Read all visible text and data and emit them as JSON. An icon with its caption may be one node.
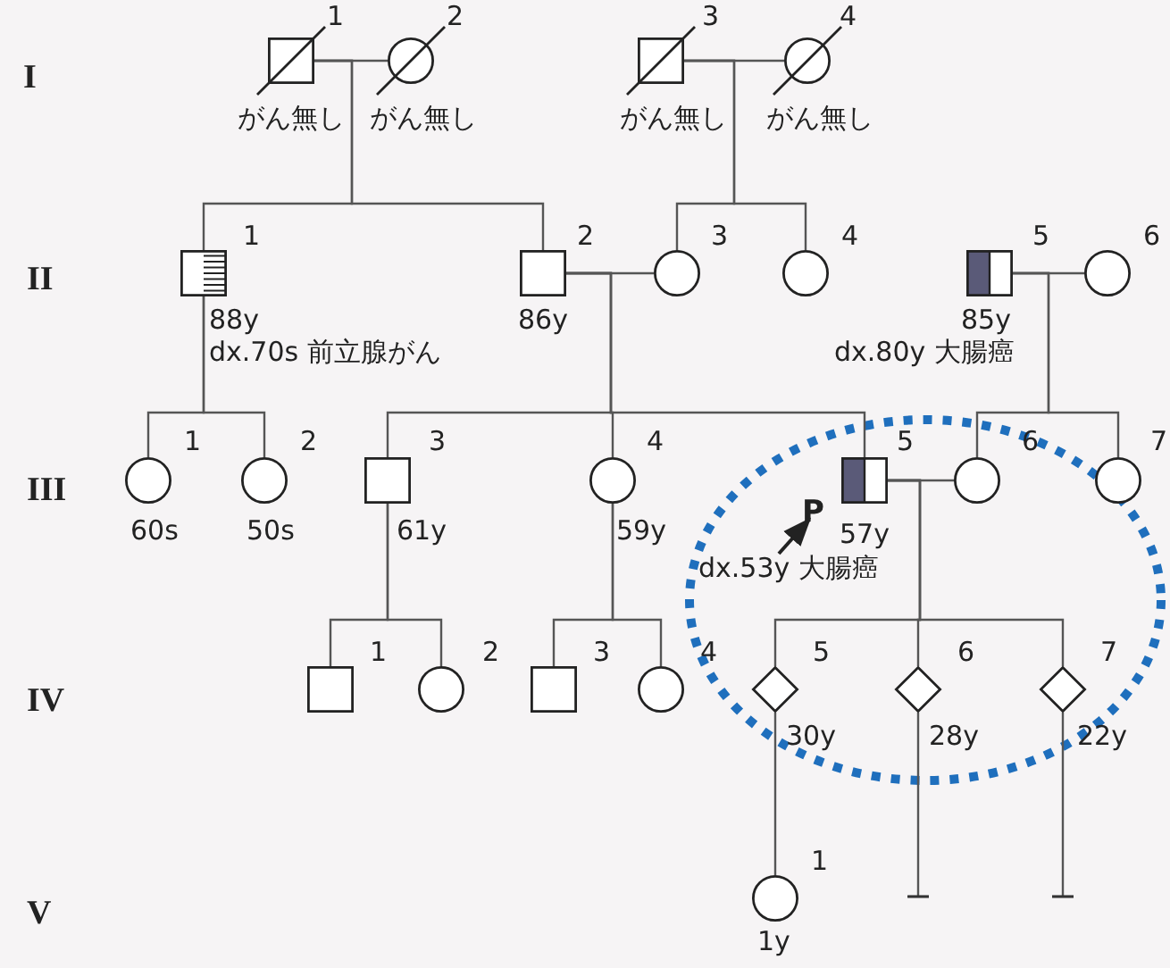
{
  "diagram": {
    "nodes": [
      {
        "text": [],
        "shape": "box",
        "beside": [
          "1",
          "がん無し"
        ]
      },
      {
        "text": [],
        "shape": "circle",
        "beside": [
          "2",
          "がん無し"
        ]
      },
      {
        "text": [],
        "shape": "box",
        "beside": [
          "3",
          "がん無し"
        ]
      },
      {
        "text": [],
        "shape": "circle",
        "beside": [
          "4",
          "がん無し"
        ]
      },
      {
        "text": [],
        "shape": "box",
        "beside": [
          "1",
          "88y",
          "dx.70s 前立腺がん"
        ]
      },
      {
        "text": [],
        "shape": "box",
        "beside": [
          "2",
          "86y"
        ]
      },
      {
        "text": [],
        "shape": "circle",
        "beside": [
          "3"
        ]
      },
      {
        "text": [],
        "shape": "circle",
        "beside": [
          "4"
        ]
      },
      {
        "text": [],
        "shape": "box",
        "beside": [
          "5",
          "85y",
          "dx.80y 大腸癌"
        ]
      },
      {
        "text": [],
        "shape": "circle",
        "beside": [
          "6"
        ]
      },
      {
        "text": [],
        "shape": "circle",
        "beside": [
          "1",
          "60s"
        ]
      },
      {
        "text": [],
        "shape": "circle",
        "beside": [
          "2",
          "50s"
        ]
      },
      {
        "text": [],
        "shape": "box",
        "beside": [
          "3",
          "61y"
        ]
      },
      {
        "text": [],
        "shape": "circle",
        "beside": [
          "4",
          "59y"
        ]
      },
      {
        "text": [],
        "shape": "box",
        "beside": [
          "5",
          "P",
          "57y",
          "dx.53y 大腸癌"
        ]
      },
      {
        "text": [],
        "shape": "circle",
        "beside": [
          "6"
        ]
      },
      {
        "text": [],
        "shape": "circle",
        "beside": [
          "7"
        ]
      },
      {
        "text": [],
        "shape": "box",
        "beside": [
          "1"
        ]
      },
      {
        "text": [],
        "shape": "circle",
        "beside": [
          "2"
        ]
      },
      {
        "text": [],
        "shape": "box",
        "beside": [
          "3"
        ]
      },
      {
        "text": [],
        "shape": "circle",
        "beside": [
          "4"
        ]
      },
      {
        "text": [],
        "shape": "diamond",
        "beside": [
          "5",
          "30y"
        ]
      },
      {
        "text": [],
        "shape": "diamond",
        "beside": [
          "6",
          "28y"
        ]
      },
      {
        "text": [],
        "shape": "diamond",
        "beside": [
          "7",
          "22y"
        ]
      },
      {
        "text": [],
        "shape": "circle",
        "beside": [
          "1",
          "1y"
        ]
      }
    ],
    "edges": [
      {
        "from": 0,
        "to": 1,
        "arrow": "none"
      },
      {
        "from": 2,
        "to": 3,
        "arrow": "none"
      },
      {
        "from": 0,
        "to": 4,
        "arrow": "none"
      },
      {
        "from": 0,
        "to": 5,
        "arrow": "none"
      },
      {
        "from": 2,
        "to": 6,
        "arrow": "none"
      },
      {
        "from": 2,
        "to": 7,
        "arrow": "none"
      },
      {
        "from": 5,
        "to": 6,
        "arrow": "none"
      },
      {
        "from": 8,
        "to": 9,
        "arrow": "none"
      },
      {
        "from": 4,
        "to": 10,
        "arrow": "none"
      },
      {
        "from": 4,
        "to": 11,
        "arrow": "none"
      },
      {
        "from": 5,
        "to": 12,
        "arrow": "none"
      },
      {
        "from": 5,
        "to": 13,
        "arrow": "none"
      },
      {
        "from": 5,
        "to": 14,
        "arrow": "none"
      },
      {
        "from": 8,
        "to": 15,
        "arrow": "none"
      },
      {
        "from": 8,
        "to": 16,
        "arrow": "none"
      },
      {
        "from": 14,
        "to": 15,
        "arrow": "none"
      },
      {
        "from": 12,
        "to": 17,
        "arrow": "none"
      },
      {
        "from": 12,
        "to": 18,
        "arrow": "none"
      },
      {
        "from": 13,
        "to": 19,
        "arrow": "none"
      },
      {
        "from": 13,
        "to": 20,
        "arrow": "none"
      },
      {
        "from": 14,
        "to": 21,
        "arrow": "none"
      },
      {
        "from": 14,
        "to": 22,
        "arrow": "none"
      },
      {
        "from": 14,
        "to": 23,
        "arrow": "none"
      },
      {
        "from": 21,
        "to": 24,
        "arrow": "none"
      },
      {
        "from": 22,
        "to": null,
        "arrow": "other"
      },
      {
        "from": 23,
        "to": null,
        "arrow": "other"
      },
      {
        "from": null,
        "to": 14,
        "arrow": "to"
      }
    ],
    "labels": [
      "I",
      "II",
      "III",
      "IV",
      "V"
    ]
  }
}
